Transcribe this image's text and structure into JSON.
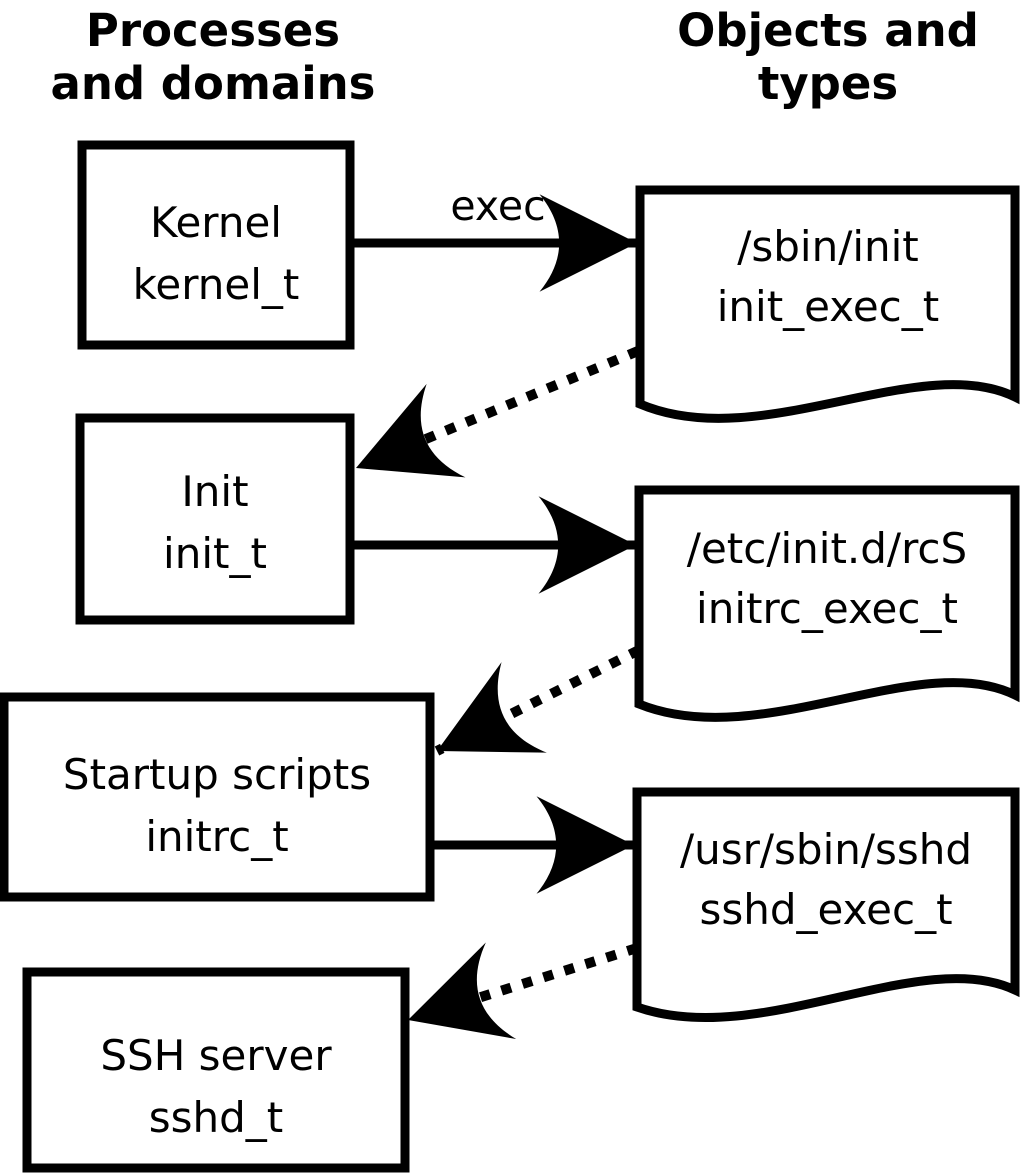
{
  "page": {
    "background_color": "#ffffff",
    "ink_color": "#000000"
  },
  "diagram": {
    "kind": "selinux-domain-transition-flowchart",
    "headers": {
      "left": {
        "line1": "Processes",
        "line2": "and domains"
      },
      "right": {
        "line1": "Objects and",
        "line2": "types"
      }
    },
    "processes": [
      {
        "id": "kernel",
        "name": "Kernel",
        "domain": "kernel_t"
      },
      {
        "id": "init",
        "name": "Init",
        "domain": "init_t"
      },
      {
        "id": "startup",
        "name": "Startup scripts",
        "domain": "initrc_t"
      },
      {
        "id": "sshd",
        "name": "SSH server",
        "domain": "sshd_t"
      }
    ],
    "objects": [
      {
        "id": "init-binary",
        "path": "/sbin/init",
        "type": "init_exec_t"
      },
      {
        "id": "rcs-script",
        "path": "/etc/init.d/rcS",
        "type": "initrc_exec_t"
      },
      {
        "id": "sshd-binary",
        "path": "/usr/sbin/sshd",
        "type": "sshd_exec_t"
      }
    ],
    "edges": [
      {
        "from": "Kernel (kernel_t)",
        "to": "/sbin/init (init_exec_t)",
        "style": "solid",
        "label": "exec"
      },
      {
        "from": "/sbin/init (init_exec_t)",
        "to": "Init (init_t)",
        "style": "dotted",
        "label": ""
      },
      {
        "from": "Init (init_t)",
        "to": "/etc/init.d/rcS (initrc_exec_t)",
        "style": "solid",
        "label": ""
      },
      {
        "from": "/etc/init.d/rcS (initrc_exec_t)",
        "to": "Startup scripts (initrc_t)",
        "style": "dotted",
        "label": ""
      },
      {
        "from": "Startup scripts (initrc_t)",
        "to": "/usr/sbin/sshd (sshd_exec_t)",
        "style": "solid",
        "label": ""
      },
      {
        "from": "/usr/sbin/sshd (sshd_exec_t)",
        "to": "SSH server (sshd_t)",
        "style": "dotted",
        "label": ""
      }
    ]
  }
}
